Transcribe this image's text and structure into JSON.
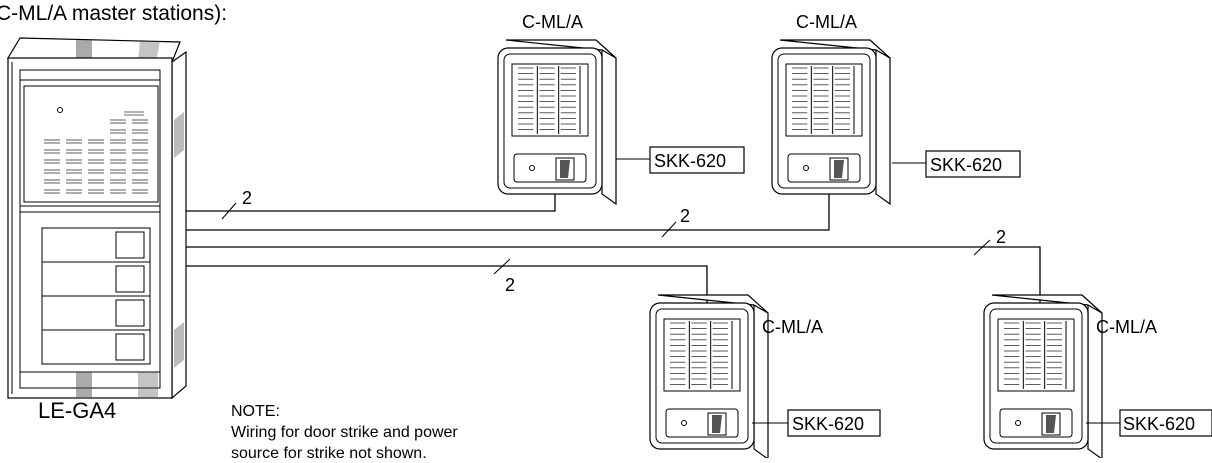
{
  "heading_fragment": "C-ML/A master stations):",
  "door_station": {
    "model": "LE-GA4"
  },
  "note": {
    "heading": "NOTE:",
    "line1": "Wiring for door strike and power",
    "line2": "source for strike not shown."
  },
  "stations": [
    {
      "model": "C-ML/A",
      "accessory": "SKK-620"
    },
    {
      "model": "C-ML/A",
      "accessory": "SKK-620"
    },
    {
      "model": "C-ML/A",
      "accessory": "SKK-620"
    },
    {
      "model": "C-ML/A",
      "accessory": "SKK-620"
    }
  ],
  "wires": [
    {
      "conductors": "2"
    },
    {
      "conductors": "2"
    },
    {
      "conductors": "2"
    },
    {
      "conductors": "2"
    }
  ]
}
